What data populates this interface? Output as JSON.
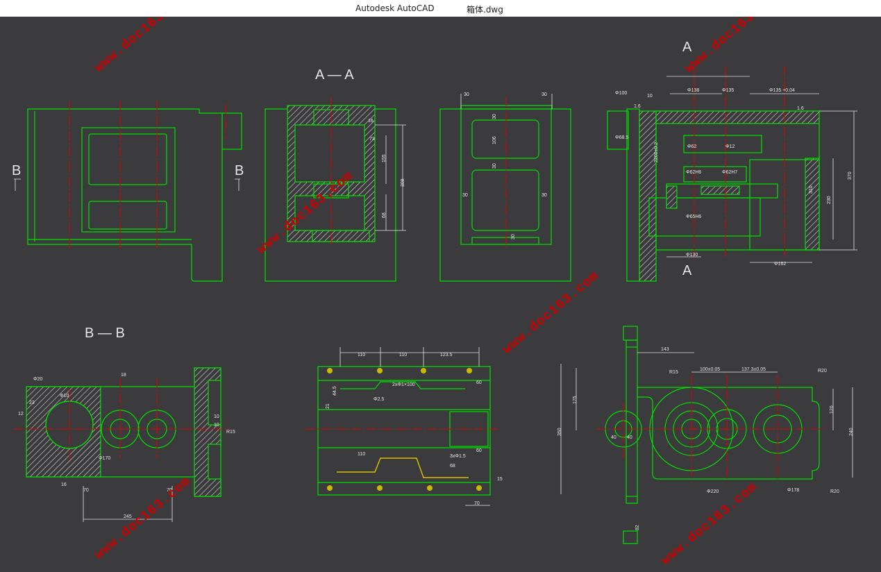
{
  "window": {
    "app_name": "Autodesk AutoCAD",
    "file_name": "箱体.dwg"
  },
  "views": {
    "section_aa": "A — A",
    "section_bb": "B — B",
    "cut_b_left": "B",
    "cut_b_right": "B",
    "cut_a_top": "A",
    "cut_a_bottom": "A"
  },
  "watermark": "www.doc163.com",
  "dims": {
    "aa": [
      "16",
      "73",
      "155",
      "308",
      "68"
    ],
    "front_mid": [
      "30",
      "30",
      "30",
      "106",
      "30",
      "30",
      "30",
      "30"
    ],
    "right_section": [
      "Φ100",
      "Φ68.5",
      "10",
      "1.6",
      "Φ138",
      "Φ135",
      "Φ135 +0.04",
      "2200±0.2",
      "Φ62",
      "Φ12",
      "Φ62H6",
      "Φ62H7",
      "Φ65H6",
      "Φ130",
      "Φ162",
      "310",
      "230",
      "370",
      "1.6"
    ],
    "bb": [
      "Φ20",
      "18",
      "23",
      "12",
      "Φ10",
      "Φ170",
      "10",
      "10",
      "R15",
      "16",
      "70",
      "70",
      "245"
    ],
    "bottom_mid": [
      "110",
      "110",
      "123.5",
      "60",
      "21",
      "44.5",
      "Φ2.5",
      "110",
      "60",
      "3xΦ1.5",
      "68",
      "15",
      "70",
      "2xΦ1×100"
    ],
    "bottom_right": [
      "143",
      "100±0.05",
      "137.3±0.05",
      "R20",
      "R15",
      "120",
      "240",
      "350",
      "175",
      "40",
      "40",
      "Φ220",
      "Φ178",
      "R20",
      "82"
    ]
  }
}
